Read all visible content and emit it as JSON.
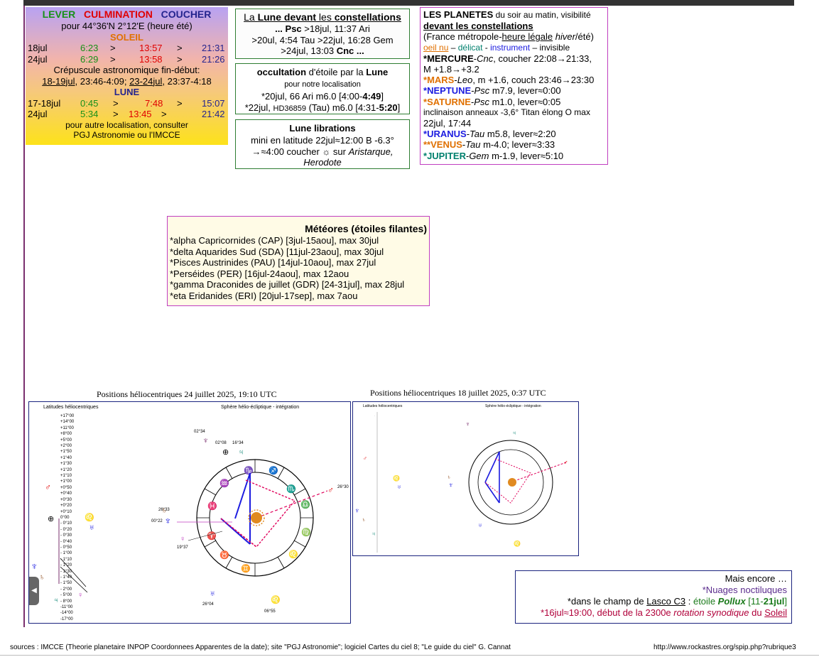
{
  "sun": {
    "header": {
      "lever": "LEVER",
      "culmination": "CULMINATION",
      "coucher": "COUCHER"
    },
    "location": "pour 44°36'N  2°12'E (heure été)",
    "soleil_title": "SOLEIL",
    "rows": [
      {
        "date": "18jul",
        "lever": "6:23",
        "sep1": ">",
        "culm": "13:57",
        "sep2": ">",
        "coucher": "21:31"
      },
      {
        "date": "24jul",
        "lever": "6:29",
        "sep1": ">",
        "culm": "13:58",
        "sep2": ">",
        "coucher": "21:26"
      }
    ],
    "crepuscule_label": "Crépuscule astronomique fin-début:",
    "crep_d1": "18-19jul",
    "crep_t1": ", 23:46-4:09; ",
    "crep_d2": "23-24jul",
    "crep_t2": ", 23:37-4:18",
    "lune_title": "LUNE",
    "moon_rows": [
      {
        "date": "17-18jul",
        "lever": "0:45",
        "sep1": ">",
        "culm": "7:48",
        "sep2": ">",
        "coucher": "15:07"
      },
      {
        "date": "24jul",
        "lever": "5:34",
        "sep1": ">",
        "culm": "13:45",
        "sep2": ">",
        "coucher": "21:42"
      }
    ],
    "note1": "pour autre localisation, consulter",
    "note2": "PGJ Astronomie ou l'IMCCE"
  },
  "moon_const": {
    "t1": "La ",
    "t2": "Lune devant",
    "t3": " les ",
    "t4": "constellations",
    "l1a": "... ",
    "l1b": "Psc",
    "l1c": " >18jul, 11:37 Ari",
    "l2": ">20ul, 4:54 Tau >22jul, 16:28 Gem",
    "l3a": ">24jul, 13:03 ",
    "l3b": "Cnc",
    "l3c": " ..."
  },
  "occultation": {
    "title_a": "occultation",
    "title_b": " d'étoile par la ",
    "title_c": "Lune",
    "sub": "pour notre localisation",
    "l1a": "*20jul, 66 Ari m6.0 [4:00-",
    "l1b": "4:49",
    "l1c": "]",
    "l2a": "*22jul, ",
    "l2b": "HD36859",
    "l2c": " (Tau) m6.0 [4:31-",
    "l2d": "5:20",
    "l2e": "]"
  },
  "librations": {
    "title": "Lune librations",
    "l1": "mini en latitude 22jul≈12:00 B -6.3°",
    "l2a": "→≈4:00 coucher ☼ sur ",
    "l2b": "Aristarque,",
    "l3": "Herodote"
  },
  "planets": {
    "t1": "LES PLANETES",
    "t2": " du soir au matin, visibilité",
    "t3": "devant les constellations",
    "t4a": "(France métropole-",
    "t4b": "heure légale",
    "t4c": " ",
    "t4d": "hiver",
    "t4e": "/été)",
    "k1": "oeil nu",
    "k2": " – ",
    "k3": "délicat",
    "k4": " - ",
    "k5": "instrument",
    "k6": " – invisible",
    "items": [
      {
        "pre": "*",
        "name": "MERCURE",
        "sep": "-",
        "const": "Cnc",
        "rest": ", coucher 22:08→21:33,"
      },
      {
        "cont": "M +1.8→+3.2"
      },
      {
        "pre": "*",
        "name": "MARS",
        "sep": "-",
        "const": "Leo",
        "rest": ", m +1.6, couch 23:46→23:30"
      },
      {
        "pre": "*",
        "name": "NEPTUNE",
        "sep": "-",
        "const": "Psc",
        "rest": " m7.9, lever≈0:00"
      },
      {
        "pre": "*",
        "name": "SATURNE",
        "sep": "-",
        "const": "Psc",
        "rest": " m1.0, lever≈0:05"
      },
      {
        "cont": " inclinaison anneaux -3,6° Titan élong O max"
      },
      {
        "cont": "22jul, 17:44"
      },
      {
        "pre": "*",
        "name": "URANUS",
        "sep": "-",
        "const": "Tau",
        "rest": " m5.8, lever≈2:20"
      },
      {
        "pre": "**",
        "name": "VENUS",
        "sep": "-",
        "const": "Tau",
        "rest": " m-4.0; lever≈3:33"
      },
      {
        "pre": "*",
        "name": "JUPITER",
        "sep": "-",
        "const": "Gem",
        "rest": " m-1.9, lever≈5:10"
      }
    ]
  },
  "meteors": {
    "title": "Météores (étoiles filantes)",
    "items": [
      "*alpha Capricornides (CAP) [3jul-15aou], max 30jul",
      "*delta Aquarides Sud (SDA) [11jul-23aou], max 30jul",
      "*Pisces Austrinides (PAU) [14jul-10aou], max 27jul",
      "*Perséides (PER) [16jul-24aou], max 12aou",
      "*gamma Draconides de juillet (GDR) [24-31jul], max 28jul",
      "*eta Eridanides (ERI) [20jul-17sep], max 7aou"
    ]
  },
  "chart1": {
    "title": "Positions héliocentriques 24 juillet 2025, 19:10  UTC",
    "left_title": "Latitudes héliocentriques",
    "right_title": "Sphère hélio-écliptique - intégration",
    "ticks": [
      "+17°00",
      "+14°00",
      "+11°00",
      "+8°00",
      "+5°00",
      "+2°00",
      "+1°50",
      "+1°40",
      "+1°30",
      "+1°20",
      "+1°10",
      "+1°00",
      "+0°50",
      "+0°40",
      "+0°30",
      "+0°20",
      "+0°10",
      "0°00",
      "- 0°10",
      "- 0°20",
      "- 0°30",
      "- 0°40",
      "- 0°50",
      "- 1°00",
      "- 1°10",
      "- 1°20",
      "- 1°30",
      "- 1°40",
      "- 1°50",
      "- 2°00",
      "- 5°00",
      "- 8°00",
      "-11°00",
      "-14°00",
      "-17°00"
    ],
    "labels": {
      "a": "02°34",
      "b": "02°08",
      "c": "16°34",
      "d": "26°30",
      "e": "26°33",
      "f": "00°22",
      "g": "19°37",
      "h": "26°04",
      "i": "06°55"
    }
  },
  "chart2": {
    "title": "Positions héliocentriques 18 juillet 2025, 0:37 UTC",
    "left_title": "Latitudes héliocentriques",
    "right_title": "Sphère hélio-écliptique - intégration"
  },
  "more": {
    "title": "Mais encore …",
    "l1": "*Nuages noctiluques",
    "l2a": "*dans le champ de ",
    "l2b": "Lasco C3",
    "l2c": " : ",
    "l2d": "étoile ",
    "l2e": "Pollux",
    "l2f": " [11-",
    "l2g": "21jul",
    "l2h": "]",
    "l3a": "*16jul≈19:00, début de la 2300e ",
    "l3b": "rotation synodique",
    "l3c": " du ",
    "l3d": "Soleil"
  },
  "footer": {
    "left": "sources : IMCCE (Theorie planetaire INPOP Coordonnees Apparentes de la date); site \"PGJ Astronomie\"; logiciel  Cartes du ciel 8; \"Le guide du ciel\" G. Cannat",
    "right": "http://www.rockastres.org/spip.php?rubrique3"
  },
  "colors": {
    "mercure": "#000000",
    "mars": "#e07000",
    "neptune": "#1c1ce0",
    "saturne": "#e07000",
    "uranus": "#1c1ce0",
    "venus": "#e07000",
    "jupiter": "#00806e"
  }
}
